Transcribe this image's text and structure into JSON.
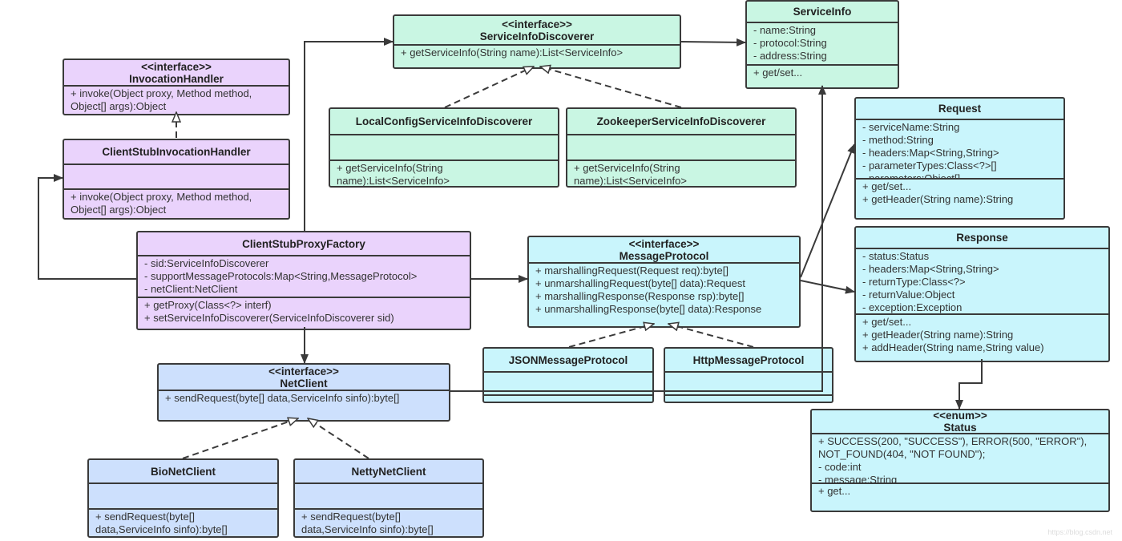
{
  "colors": {
    "interface_handlers": "#ead3fc",
    "discoverers": "#c9f6e3",
    "protocols": "#c9f5fc",
    "netclients": "#cde0fd",
    "line": "#3a3a3a"
  },
  "classes": {
    "invocation_handler": {
      "stereotype": "<<interface>>",
      "name": "InvocationHandler",
      "attributes": null,
      "operations": [
        "+ invoke(Object proxy, Method method, Object[] args):Object"
      ]
    },
    "client_stub_invocation_handler": {
      "name": "ClientStubInvocationHandler",
      "attributes": [],
      "operations": [
        "+ invoke(Object proxy, Method method, Object[] args):Object"
      ]
    },
    "client_stub_proxy_factory": {
      "name": "ClientStubProxyFactory",
      "attributes": [
        "- sid:ServiceInfoDiscoverer",
        "- supportMessageProtocols:Map<String,MessageProtocol>",
        "- netClient:NetClient"
      ],
      "operations": [
        "+ getProxy(Class<?> interf)",
        "+ setServiceInfoDiscoverer(ServiceInfoDiscoverer sid)"
      ]
    },
    "service_info_discoverer": {
      "stereotype": "<<interface>>",
      "name": "ServiceInfoDiscoverer",
      "attributes": null,
      "operations": [
        "+ getServiceInfo(String name):List<ServiceInfo>"
      ]
    },
    "local_config_service_info_discoverer": {
      "name": "LocalConfigServiceInfoDiscoverer",
      "attributes": [],
      "operations": [
        "+ getServiceInfo(String name):List<ServiceInfo>"
      ]
    },
    "zookeeper_service_info_discoverer": {
      "name": "ZookeeperServiceInfoDiscoverer",
      "attributes": [],
      "operations": [
        "+ getServiceInfo(String name):List<ServiceInfo>"
      ]
    },
    "service_info": {
      "name": "ServiceInfo",
      "attributes": [
        "- name:String",
        "- protocol:String",
        "- address:String"
      ],
      "operations": [
        "+ get/set..."
      ]
    },
    "request": {
      "name": "Request",
      "attributes": [
        "- serviceName:String",
        "- method:String",
        "- headers:Map<String,String>",
        "- parameterTypes:Class<?>[]",
        "- parameters:Object[]"
      ],
      "operations": [
        "+ get/set...",
        "+ getHeader(String name):String"
      ]
    },
    "response": {
      "name": "Response",
      "attributes": [
        "- status:Status",
        "- headers:Map<String,String>",
        "- returnType:Class<?>",
        "- returnValue:Object",
        "- exception:Exception"
      ],
      "operations": [
        "+ get/set...",
        "+ getHeader(String name):String",
        "+ addHeader(String name,String value)"
      ]
    },
    "status": {
      "stereotype": "<<enum>>",
      "name": "Status",
      "attributes": [
        "+ SUCCESS(200, \"SUCCESS\"), ERROR(500, \"ERROR\"), NOT_FOUND(404, \"NOT FOUND\");",
        "- code:int",
        "- message:String"
      ],
      "operations": [
        "+ get..."
      ]
    },
    "message_protocol": {
      "stereotype": "<<interface>>",
      "name": "MessageProtocol",
      "attributes": null,
      "operations": [
        "+ marshallingRequest(Request req):byte[]",
        "+ unmarshallingRequest(byte[] data):Request",
        "+ marshallingResponse(Response rsp):byte[]",
        "+ unmarshallingResponse(byte[] data):Response"
      ]
    },
    "json_message_protocol": {
      "name": "JSONMessageProtocol",
      "attributes": [],
      "operations": []
    },
    "http_message_protocol": {
      "name": "HttpMessageProtocol",
      "attributes": [],
      "operations": []
    },
    "net_client": {
      "stereotype": "<<interface>>",
      "name": "NetClient",
      "attributes": null,
      "operations": [
        "+ sendRequest(byte[] data,ServiceInfo sinfo):byte[]"
      ]
    },
    "bio_net_client": {
      "name": "BioNetClient",
      "attributes": [],
      "operations": [
        "+ sendRequest(byte[] data,ServiceInfo sinfo):byte[]"
      ]
    },
    "netty_net_client": {
      "name": "NettyNetClient",
      "attributes": [],
      "operations": [
        "+ sendRequest(byte[] data,ServiceInfo sinfo):byte[]"
      ]
    }
  },
  "relationships": [
    {
      "from": "client_stub_invocation_handler",
      "to": "invocation_handler",
      "type": "realization"
    },
    {
      "from": "client_stub_proxy_factory",
      "to": "client_stub_invocation_handler",
      "type": "association"
    },
    {
      "from": "client_stub_proxy_factory",
      "to": "service_info_discoverer",
      "type": "association"
    },
    {
      "from": "client_stub_proxy_factory",
      "to": "message_protocol",
      "type": "association"
    },
    {
      "from": "client_stub_proxy_factory",
      "to": "net_client",
      "type": "association"
    },
    {
      "from": "service_info_discoverer",
      "to": "service_info",
      "type": "association"
    },
    {
      "from": "local_config_service_info_discoverer",
      "to": "service_info_discoverer",
      "type": "realization"
    },
    {
      "from": "zookeeper_service_info_discoverer",
      "to": "service_info_discoverer",
      "type": "realization"
    },
    {
      "from": "message_protocol",
      "to": "request",
      "type": "association"
    },
    {
      "from": "message_protocol",
      "to": "response",
      "type": "association"
    },
    {
      "from": "json_message_protocol",
      "to": "message_protocol",
      "type": "realization"
    },
    {
      "from": "http_message_protocol",
      "to": "message_protocol",
      "type": "realization"
    },
    {
      "from": "net_client",
      "to": "service_info",
      "type": "association"
    },
    {
      "from": "response",
      "to": "status",
      "type": "association"
    },
    {
      "from": "bio_net_client",
      "to": "net_client",
      "type": "realization"
    },
    {
      "from": "netty_net_client",
      "to": "net_client",
      "type": "realization"
    }
  ],
  "watermark": "https://blog.csdn.net"
}
